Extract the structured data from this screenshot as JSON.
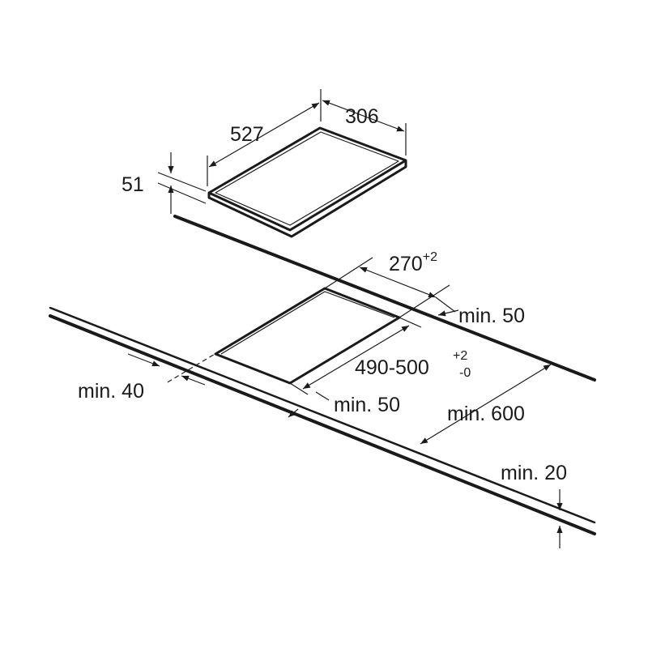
{
  "diagram": {
    "title": "",
    "appliance": {
      "length": "527",
      "width": "306",
      "height": "51"
    },
    "cutout": {
      "width_value": "270",
      "width_tolerance_plus": "+2",
      "length_value": "490-500",
      "length_tolerance_plus": "+2",
      "length_tolerance_minus": "-0"
    },
    "clearances": {
      "rear_wall": "min. 50",
      "side_left": "min. 40",
      "front_edge": "min. 50",
      "worktop_depth": "min. 600",
      "worktop_thickness": "min. 20"
    },
    "colors": {
      "line": "#1a1a1a",
      "background": "#ffffff"
    }
  }
}
